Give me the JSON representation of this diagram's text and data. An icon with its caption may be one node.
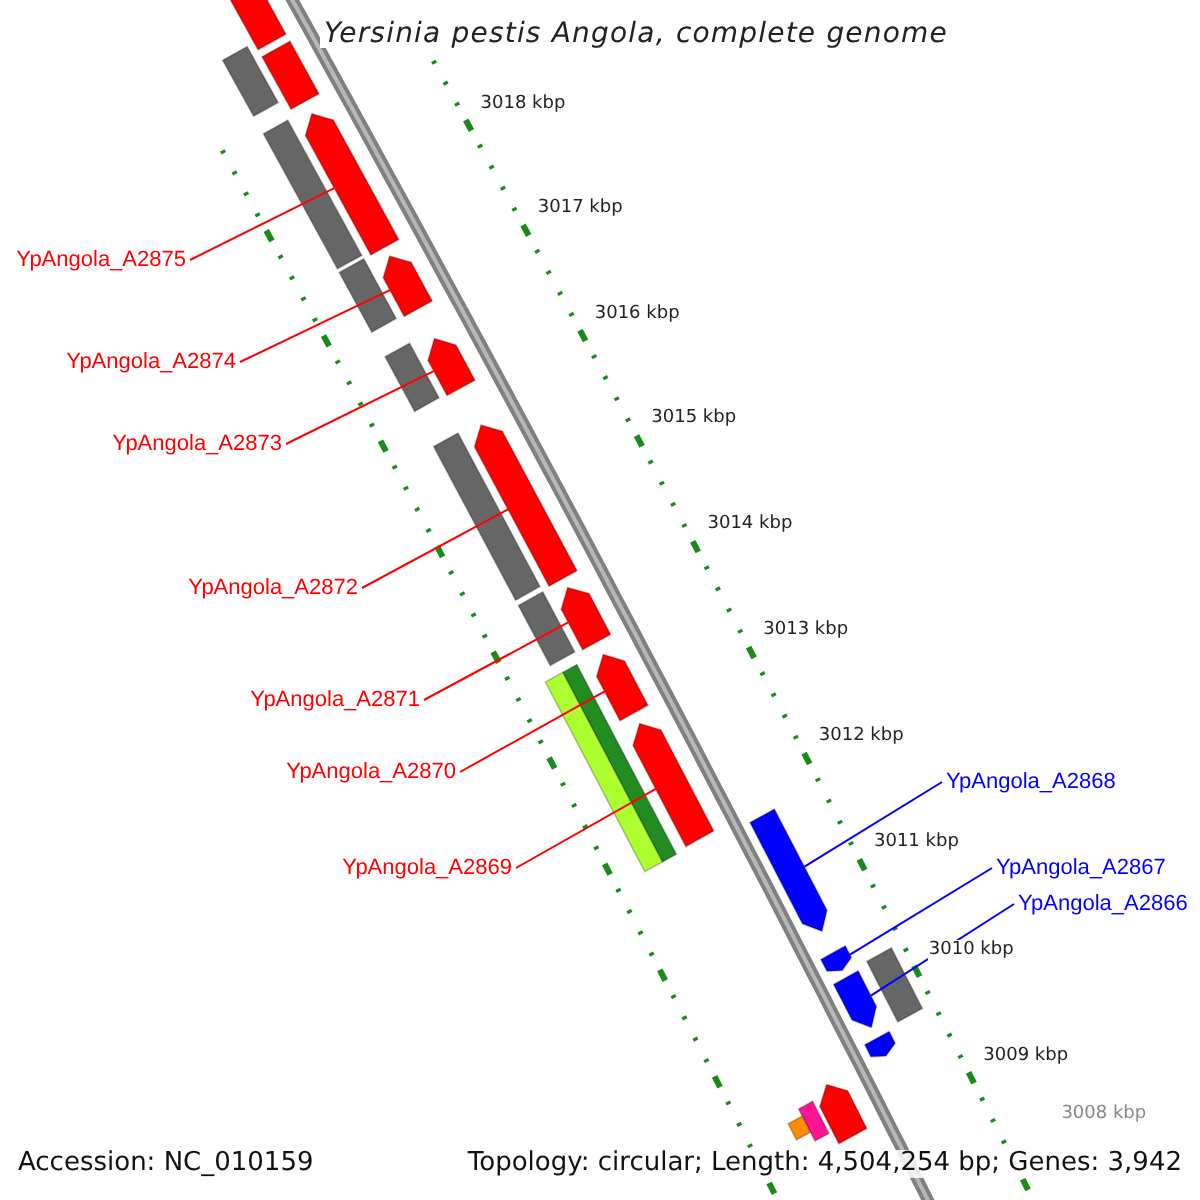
{
  "diagram": {
    "title": "Yersinia pestis Angola, complete genome",
    "nodes": [
      {
        "text": [
          "YpAngola_A2875"
        ]
      },
      {
        "text": [
          "YpAngola_A2874"
        ]
      },
      {
        "text": [
          "YpAngola_A2873"
        ]
      },
      {
        "text": [
          "YpAngola_A2872"
        ]
      },
      {
        "text": [
          "YpAngola_A2871"
        ]
      },
      {
        "text": [
          "YpAngola_A2870"
        ]
      },
      {
        "text": [
          "YpAngola_A2869"
        ]
      },
      {
        "text": [
          "YpAngola_A2868"
        ]
      },
      {
        "text": [
          "YpAngola_A2867"
        ]
      },
      {
        "text": [
          "YpAngola_A2866"
        ]
      },
      {
        "text": [],
        "shape": "arrow"
      },
      {
        "text": [],
        "shape": "arrow"
      },
      {
        "text": [],
        "shape": "arrow"
      },
      {
        "text": [],
        "shape": "arrow"
      },
      {
        "text": [],
        "shape": "arrow"
      },
      {
        "text": [],
        "shape": "arrow"
      },
      {
        "text": [],
        "shape": "arrow"
      },
      {
        "text": [],
        "shape": "arrow"
      },
      {
        "text": [],
        "shape": "arrow"
      },
      {
        "text": [],
        "shape": "arrow"
      },
      {
        "text": [],
        "shape": "arrow"
      },
      {
        "text": [],
        "shape": "box"
      },
      {
        "text": [],
        "shape": "arrow"
      },
      {
        "text": [],
        "shape": "box"
      },
      {
        "text": [],
        "shape": "box"
      },
      {
        "text": [],
        "shape": "box"
      },
      {
        "text": [],
        "shape": "box"
      },
      {
        "text": [],
        "shape": "box"
      },
      {
        "text": [],
        "shape": "box"
      },
      {
        "text": [],
        "shape": "box"
      },
      {
        "text": [],
        "shape": "box"
      },
      {
        "text": [],
        "shape": "arrow"
      },
      {
        "text": [],
        "shape": "arrow"
      },
      {
        "text": [],
        "shape": "box"
      },
      {
        "text": [],
        "shape": "box"
      }
    ],
    "edges": [
      {
        "from": 0,
        "to": 10,
        "arrow": "none"
      },
      {
        "from": 1,
        "to": 11,
        "arrow": "none"
      },
      {
        "from": 2,
        "to": 12,
        "arrow": "none"
      },
      {
        "from": 3,
        "to": 13,
        "arrow": "none"
      },
      {
        "from": 4,
        "to": 14,
        "arrow": "none"
      },
      {
        "from": 5,
        "to": 15,
        "arrow": "none"
      },
      {
        "from": 6,
        "to": 16,
        "arrow": "none"
      },
      {
        "from": 7,
        "to": 17,
        "arrow": "none",
        "color": "#0000ff"
      },
      {
        "from": 8,
        "to": 18,
        "arrow": "none",
        "color": "#0000ff"
      },
      {
        "from": 9,
        "to": 19,
        "arrow": "none",
        "color": "#0000ff"
      }
    ],
    "labels": [
      "3018 kbp",
      "3017 kbp",
      "3016 kbp",
      "3015 kbp",
      "3014 kbp",
      "3013 kbp",
      "3012 kbp",
      "3011 kbp",
      "3010 kbp",
      "3009 kbp",
      "3008 kbp",
      "Accession: NC_010159",
      "Topology: circular; Length: 4,504,254 bp; Genes: 3,942"
    ]
  }
}
